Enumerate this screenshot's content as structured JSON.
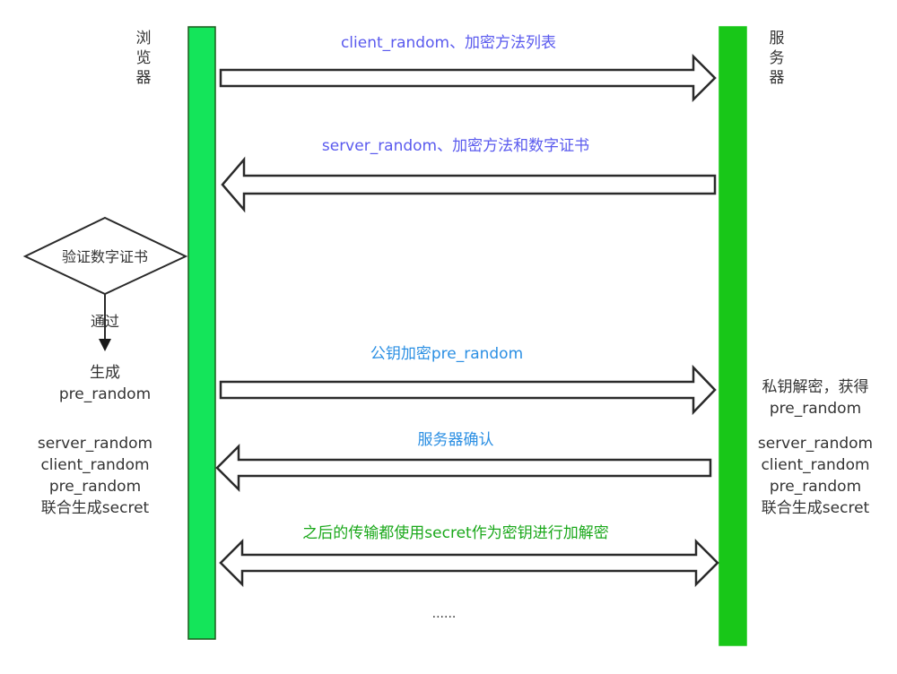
{
  "colors": {
    "browser_bar": "#14e55a",
    "server_bar": "#18c718",
    "bar_border": "#1c5a1c",
    "arrow_stroke": "#2a2a2a",
    "label_blue": "#5a5aee",
    "label_sky": "#2b8fe3",
    "label_green": "#1aa81a",
    "text_dark": "#333333"
  },
  "browser": {
    "title_lines": [
      "浏",
      "览",
      "器"
    ]
  },
  "server": {
    "title_lines": [
      "服",
      "务",
      "器"
    ]
  },
  "messages": {
    "m1": "client_random、加密方法列表",
    "m2": "server_random、加密方法和数字证书",
    "m3": "公钥加密pre_random",
    "m4": "服务器确认",
    "m5": "之后的传输都使用secret作为密钥进行加解密"
  },
  "client_side": {
    "verify_label": "验证数字证书",
    "pass_label": "通过",
    "generate_lines": [
      "生成",
      "pre_random"
    ],
    "combine_lines": [
      "server_random",
      "client_random",
      "pre_random",
      "联合生成secret"
    ]
  },
  "server_side": {
    "decrypt_lines": [
      "私钥解密，获得",
      "pre_random"
    ],
    "combine_lines": [
      "server_random",
      "client_random",
      "pre_random",
      "联合生成secret"
    ]
  },
  "ellipsis": "......"
}
